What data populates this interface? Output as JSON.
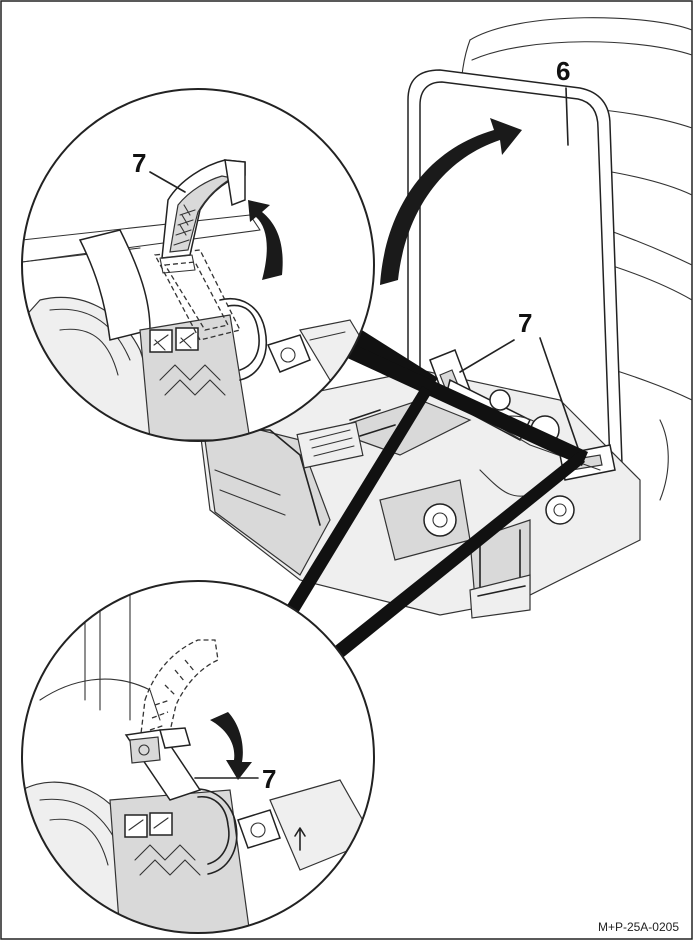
{
  "labels": {
    "frame_callout": "6",
    "lever_callout_main": "7",
    "lever_callout_top": "7",
    "lever_callout_bottom": "7"
  },
  "reference_code": "M+P-25A-0205",
  "colors": {
    "line": "#222222",
    "background": "#ffffff",
    "shade": "#d9d9d9"
  }
}
